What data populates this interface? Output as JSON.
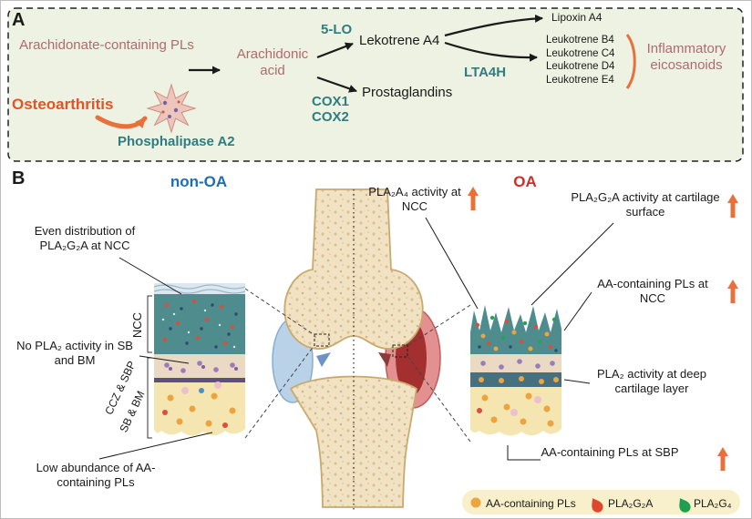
{
  "colors": {
    "panel_a_bg": "#edf2e2",
    "rose": "#b06a6e",
    "teal": "#2e7d80",
    "orange_accent": "#e8703a",
    "osteoarthritis_red": "#e05426",
    "non_oa_blue": "#1f6eb5",
    "oa_red": "#d42a2a"
  },
  "panel_a": {
    "label": "A",
    "arachidonate_pls": "Arachidonate-containing PLs",
    "arachidonic_acid": "Arachidonic acid",
    "osteoarthritis": "Osteoarthritis",
    "phospholipase_a2": "Phosphalipase A2",
    "five_lo": "5-LO",
    "lekotrene_a4": "Lekotrene A4",
    "lipoxin_a4": "Lipoxin A4",
    "lta4h": "LTA4H",
    "leukotrienes": [
      "Leukotrene B4",
      "Leukotrene C4",
      "Leukotrene D4",
      "Leukotrene E4"
    ],
    "inflammatory_eicosanoids": "Inflammatory eicosanoids",
    "prostaglandins": "Prostaglandins",
    "cox1": "COX1",
    "cox2": "COX2"
  },
  "panel_b": {
    "label": "B",
    "non_oa_title": "non-OA",
    "oa_title": "OA",
    "left_annotations": {
      "even_distribution": "Even distribution of PLA₂G₂A at NCC",
      "ncc": "NCC",
      "no_pla2_activity": "No PLA₂ activity in SB and BM",
      "ccz_sbp": "CCZ & SBP",
      "sb_bm": "SB & BM",
      "low_abundance": "Low abundance of AA-containing PLs"
    },
    "right_annotations": {
      "pla2a4_ncc": "PLA₂A₄ activity at NCC",
      "pla2g2a_surface": "PLA₂G₂A activity at cartilage surface",
      "aa_pls_ncc": "AA-containing PLs at NCC",
      "pla2_deep": "PLA₂ activity at deep cartilage layer",
      "aa_pls_sbp": "AA-containing PLs at SBP"
    },
    "legend": {
      "aa_pls": "AA-containing PLs",
      "pla2g2a": "PLA₂G₂A",
      "pla2g4": "PLA₂G₄"
    }
  }
}
